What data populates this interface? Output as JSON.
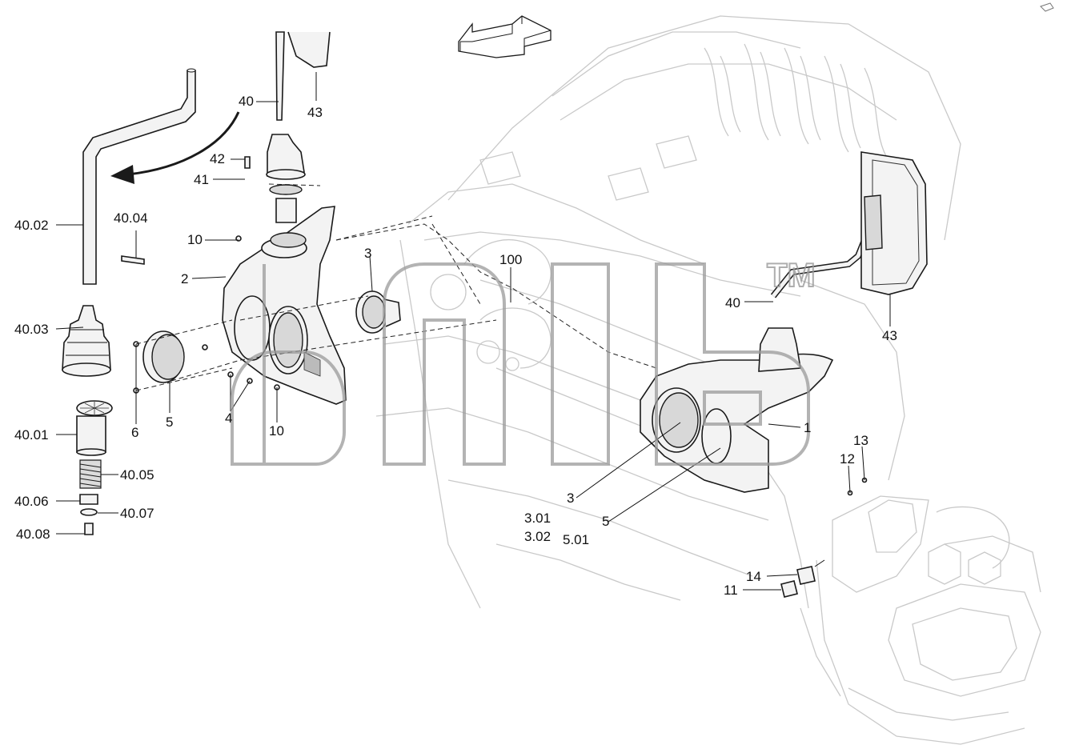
{
  "watermark": {
    "text": "dnb",
    "trademark": "TM"
  },
  "labels": {
    "l_40_top": "40",
    "l_43_top": "43",
    "l_42": "42",
    "l_41": "41",
    "l_40_02": "40.02",
    "l_40_04": "40.04",
    "l_10_top": "10",
    "l_3_top": "3",
    "l_100": "100",
    "l_2": "2",
    "l_40_03": "40.03",
    "l_6": "6",
    "l_5_left": "5",
    "l_4": "4",
    "l_10_bottom": "10",
    "l_40_01": "40.01",
    "l_40_05": "40.05",
    "l_40_06": "40.06",
    "l_40_07": "40.07",
    "l_40_08": "40.08",
    "l_40_right": "40",
    "l_43_right": "43",
    "l_1": "1",
    "l_13": "13",
    "l_12": "12",
    "l_3_bottom": "3",
    "l_3_01": "3.01",
    "l_3_02": "3.02",
    "l_5_bottom": "5",
    "l_5_01": "5.01",
    "l_14": "14",
    "l_11": "11"
  },
  "icons": {
    "direction": "direction-arrow-icon",
    "rotation": "rotation-arrow-icon"
  }
}
